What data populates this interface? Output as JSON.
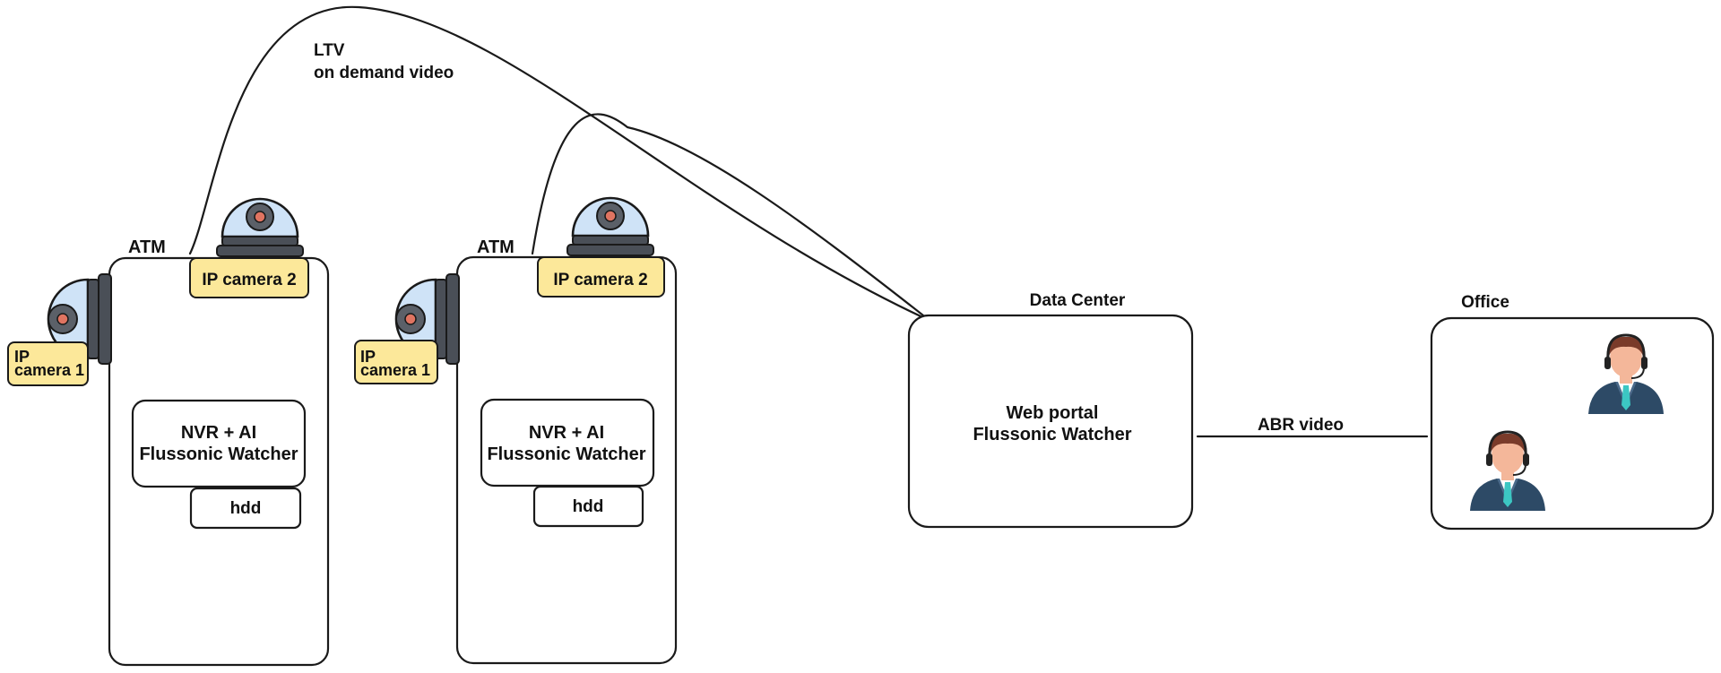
{
  "link": {
    "top_label_line1": "LTV",
    "top_label_line2": "on demand video",
    "right_label": "ABR video"
  },
  "atms": [
    {
      "label": "ATM",
      "camera1_line1": "IP",
      "camera1_line2": "camera 1",
      "camera2": "IP camera 2",
      "nvr_line1": "NVR + AI",
      "nvr_line2": "Flussonic Watcher",
      "hdd": "hdd"
    },
    {
      "label": "ATM",
      "camera1_line1": "IP",
      "camera1_line2": "camera 1",
      "camera2": "IP camera 2",
      "nvr_line1": "NVR + AI",
      "nvr_line2": "Flussonic Watcher",
      "hdd": "hdd"
    }
  ],
  "datacenter": {
    "label": "Data Center",
    "line1": "Web portal",
    "line2": "Flussonic Watcher"
  },
  "office": {
    "label": "Office"
  },
  "icons": {
    "dome_camera": "dome-camera-icon",
    "side_camera": "side-camera-icon",
    "operator": "operator-icon"
  },
  "colors": {
    "tag_fill": "#fce89a",
    "camera_dome": "#cfe3f7",
    "line": "#1a1a1a"
  }
}
